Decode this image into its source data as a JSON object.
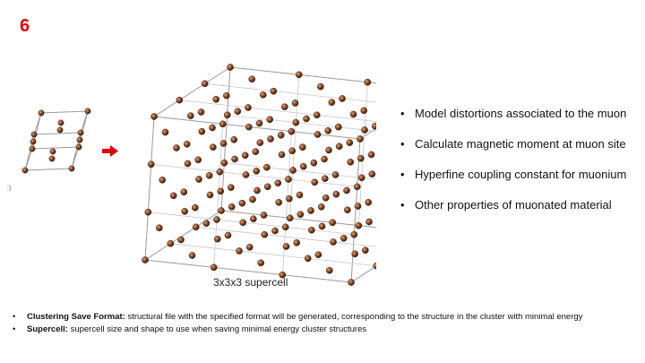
{
  "slide": {
    "number": "6"
  },
  "figure": {
    "small_cell_label": ":)",
    "supercell_caption": "3x3x3 supercell",
    "arrow_color": "#e00000",
    "atom_color": "#8a4a2a",
    "edge_color": "#9a9a9a"
  },
  "bullets": [
    "Model distortions associated to the muon",
    "Calculate magnetic moment at muon site",
    "Hyperfine coupling constant for muonium",
    "Other properties of muonated material"
  ],
  "notes": [
    {
      "term": "Clustering Save Format:",
      "text": " structural file with the specified format will be generated, corresponding to the structure in the cluster with minimal energy"
    },
    {
      "term": "Supercell:",
      "text": " supercell size and shape to use when saving minimal energy cluster structures"
    }
  ]
}
